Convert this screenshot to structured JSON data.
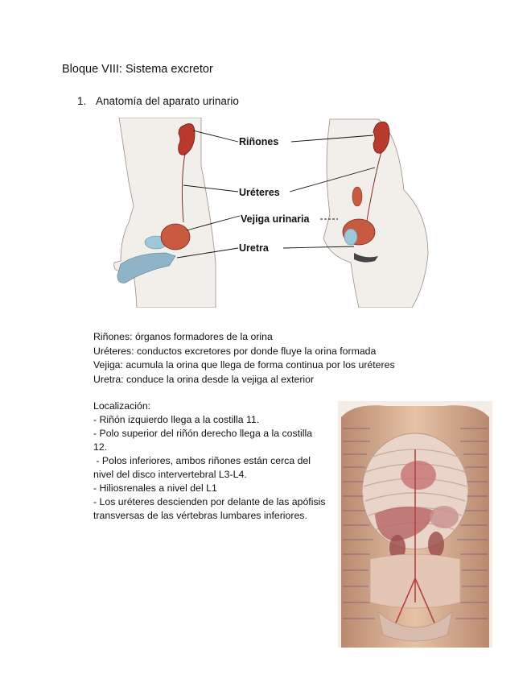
{
  "heading": "Bloque VIII: Sistema excretor",
  "section": {
    "number": "1.",
    "title": "Anatomía del aparato urinario"
  },
  "figure1": {
    "labels": {
      "rinones": "Riñones",
      "ureteres": "Uréteres",
      "vejiga": "Vejiga urinaria",
      "uretra": "Uretra"
    },
    "colors": {
      "kidney": "#b83a2c",
      "skin": "#f2eeea",
      "bladder": "#c85a40",
      "organ_blue": "#8fb4c8"
    }
  },
  "definitions": [
    "Riñones: órganos formadores de la orina",
    "Uréteres: conductos excretores por donde fluye la orina formada",
    "Vejiga: acumula la orina que llega de forma continua por los uréteres",
    "Uretra: conduce la orina desde la vejiga al exterior"
  ],
  "localizacion": {
    "title": "Localización:",
    "items": [
      "- Riñón izquierdo llega a la costilla 11.",
      "- Polo superior del riñón derecho llega a la costilla 12.",
      " - Polos inferiores, ambos riñones están cerca del nivel del disco intervertebral L3-L4.",
      "- Hiliosrenales a nivel del L1",
      "- Los uréteres descienden por delante de las apófisis transversas de las vértebras lumbares inferiores."
    ]
  },
  "figure2": {
    "colors": {
      "skin": "#e0b89a",
      "organ": "#c88a8a",
      "liver": "#b86a6a"
    }
  }
}
